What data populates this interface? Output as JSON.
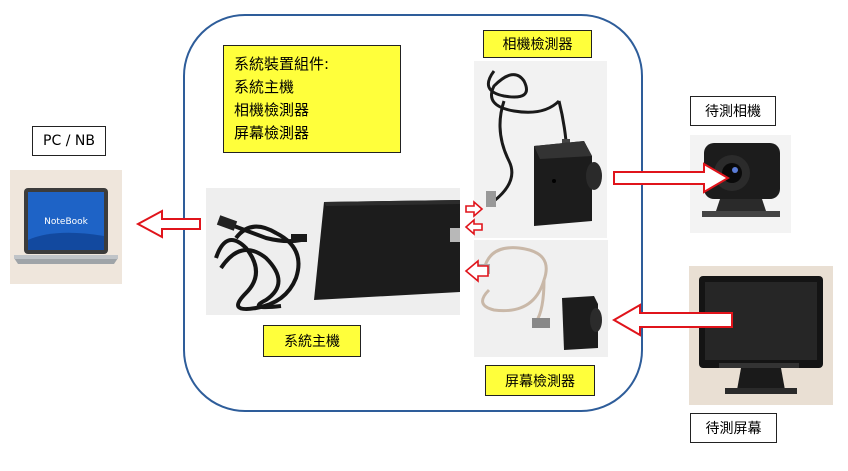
{
  "components": {
    "heading": "系統裝置組件:",
    "items": [
      "系統主機",
      "相機檢測器",
      "屏幕檢測器"
    ]
  },
  "labels": {
    "pc": "PC / NB",
    "host": "系統主機",
    "camera_detector": "相機檢測器",
    "screen_detector": "屏幕檢測器",
    "camera_under_test": "待測相機",
    "screen_under_test": "待測屏幕",
    "laptop_screen_text": "NoteBook"
  },
  "colors": {
    "frame": "#2e5d9a",
    "label_highlight": "#ffff3b",
    "arrow": "#e0141b"
  }
}
